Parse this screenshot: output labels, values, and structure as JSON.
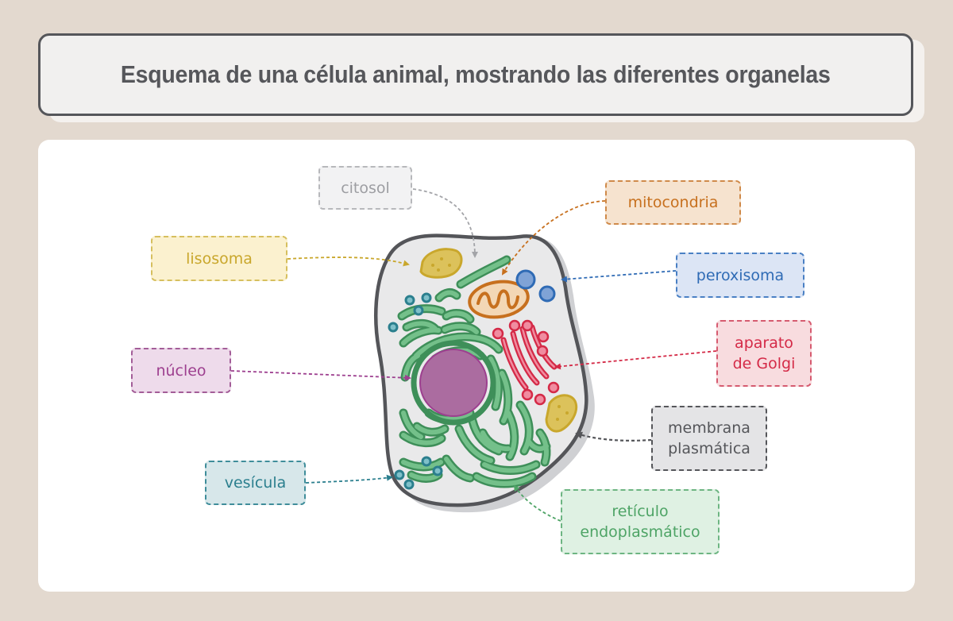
{
  "title": "Esquema de una célula animal, mostrando las diferentes organelas",
  "labels": {
    "citosol": "citosol",
    "mitocondria": "mitocondria",
    "lisosoma": "lisosoma",
    "peroxisoma": "peroxisoma",
    "aparato_golgi": "aparato\nde Golgi",
    "nucleo": "núcleo",
    "membrana": "membrana\nplasmática",
    "vesicula": "vesícula",
    "reticulo": "retículo\nendoplasmático"
  },
  "colors": {
    "background": "#e3d9cf",
    "citosol": "#9d9ea2",
    "mitocondria": "#c7701e",
    "lisosoma": "#c9a72c",
    "peroxisoma": "#2f6bb5",
    "aparato_golgi": "#d42a47",
    "nucleo": "#9d3f8f",
    "membrana": "#55565a",
    "vesicula": "#2b7f8e",
    "reticulo": "#4ea466"
  }
}
